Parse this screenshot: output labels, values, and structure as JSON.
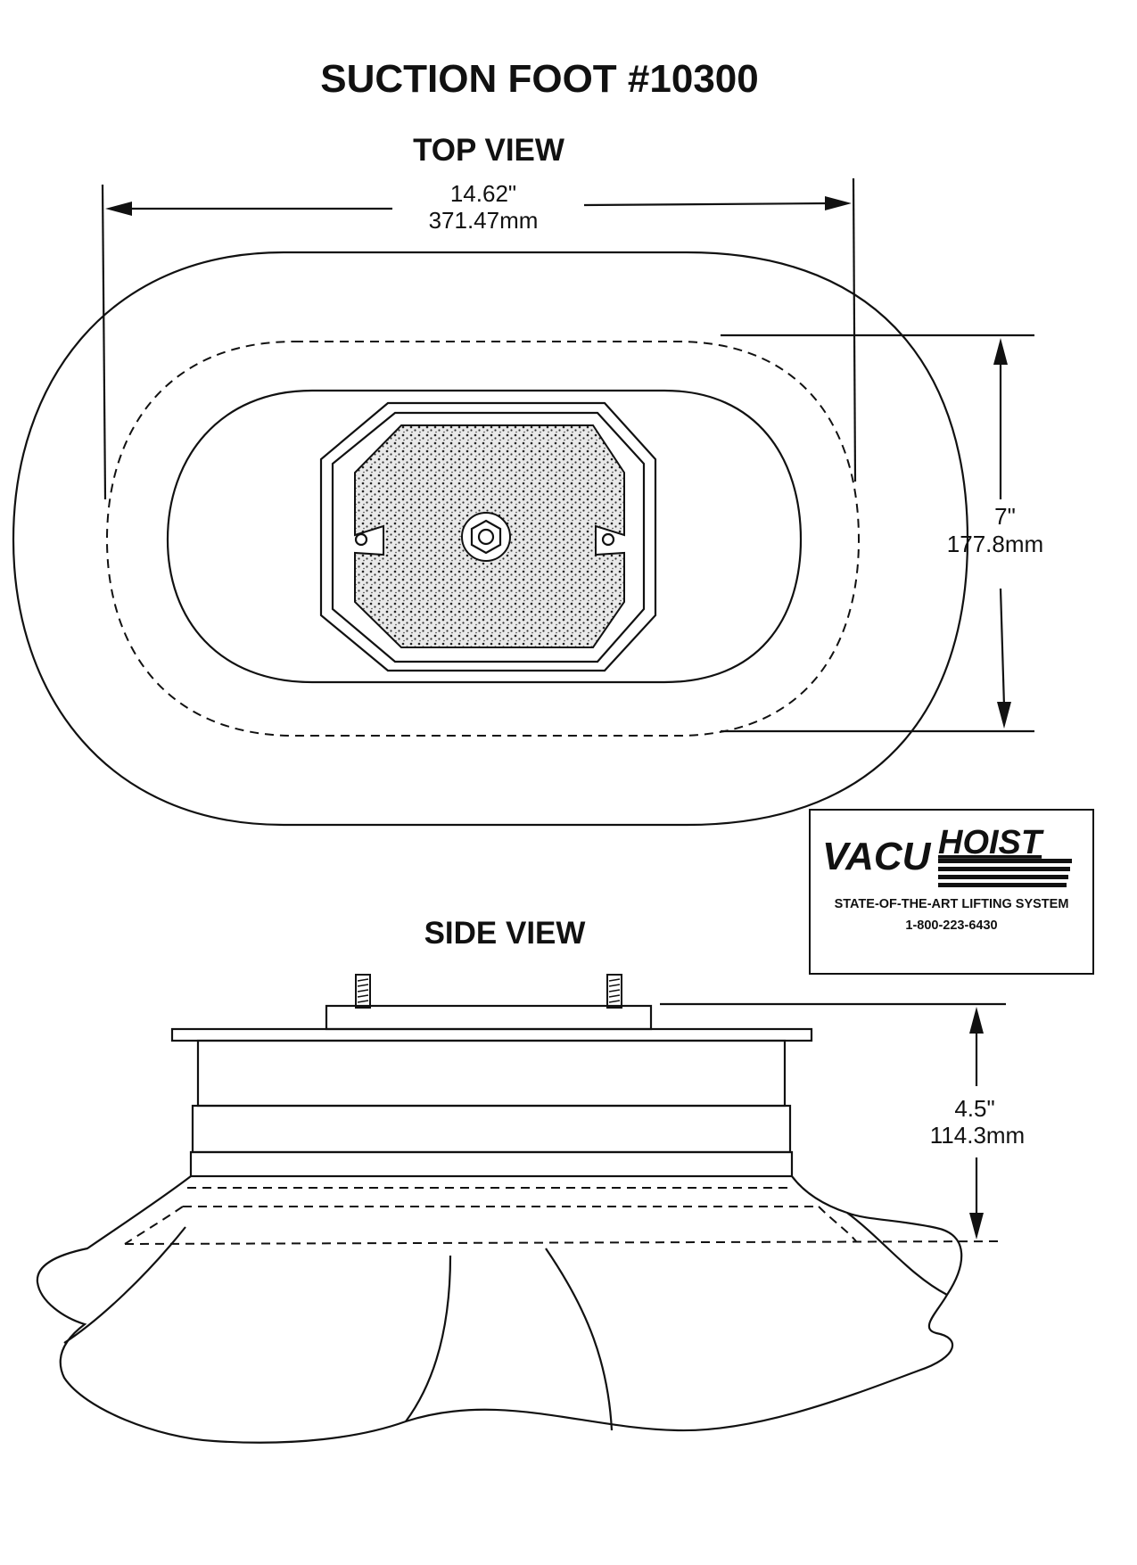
{
  "title": "SUCTION FOOT #10300",
  "top_view": {
    "label": "TOP VIEW",
    "width_in": "14.62\"",
    "width_mm": "371.47mm",
    "height_in": "7\"",
    "height_mm": "177.8mm"
  },
  "side_view": {
    "label": "SIDE VIEW",
    "height_in": "4.5\"",
    "height_mm": "114.3mm"
  },
  "logo": {
    "brand_left": "VACU",
    "brand_right": "HOIST",
    "tagline": "STATE-OF-THE-ART LIFTING SYSTEM",
    "phone": "1-800-223-6430"
  }
}
